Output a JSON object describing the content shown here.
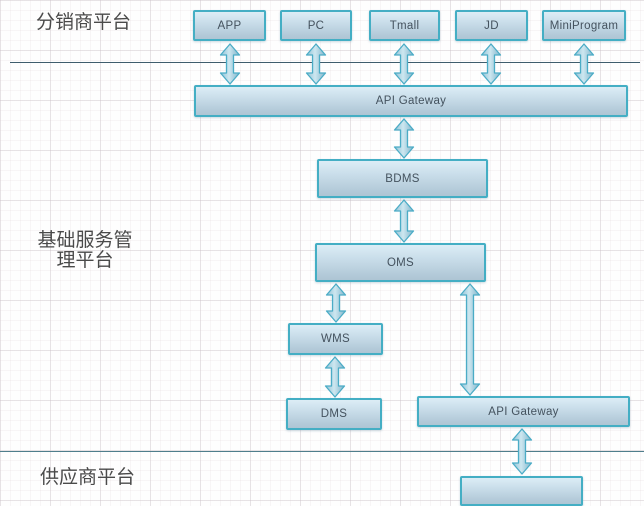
{
  "sections": {
    "distributor": {
      "label": "分销商平台"
    },
    "base_service": {
      "label": "基础服务管\n理平台"
    },
    "supplier": {
      "label": "供应商平台"
    }
  },
  "nodes": {
    "app": {
      "label": "APP"
    },
    "pc": {
      "label": "PC"
    },
    "tmall": {
      "label": "Tmall"
    },
    "jd": {
      "label": "JD"
    },
    "miniprogram": {
      "label": "MiniProgram"
    },
    "api_gateway_top": {
      "label": "API Gateway"
    },
    "bdms": {
      "label": "BDMS"
    },
    "oms": {
      "label": "OMS"
    },
    "wms": {
      "label": "WMS"
    },
    "dms": {
      "label": "DMS"
    },
    "api_gateway_supplier": {
      "label": "API Gateway"
    },
    "bottom_partial": {
      "label": ""
    }
  },
  "colors": {
    "node_border": "#44aec4",
    "node_text": "#44525e",
    "arrow_outline": "#4bacc6",
    "arrow_fill_light": "#c2e1ed",
    "arrow_fill_dark": "#84b9cf",
    "divider_top": "#3f5d6d",
    "divider_bottom": "#4f7e8c",
    "label_text": "#4a4a4a"
  }
}
